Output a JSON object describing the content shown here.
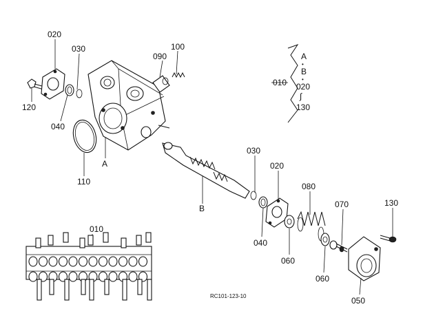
{
  "callouts": {
    "c020_top": "020",
    "c030_top": "030",
    "c090": "090",
    "c100": "100",
    "c120": "120",
    "c040_top": "040",
    "c110": "110",
    "cA": "A",
    "cB": "B",
    "c030_mid": "030",
    "c020_mid": "020",
    "c080": "080",
    "c070": "070",
    "c130": "130",
    "c040_mid": "040",
    "c060_left": "060",
    "c060_right": "060",
    "c050": "050",
    "c010_assy": "010"
  },
  "legend": {
    "code": "010",
    "line1": "A",
    "dot1": "•",
    "line2": "B",
    "dot2": "•",
    "line3": "020",
    "tilde": "∫",
    "line4": "130"
  },
  "figure_code": "RC101-123-10",
  "icons": {
    "valve_body": "valve-housing",
    "spool": "spool-shaft",
    "spring": "coil-spring",
    "bolt": "hex-bolt",
    "gasket": "flange-plate",
    "oring": "o-ring",
    "cap": "end-cap"
  }
}
